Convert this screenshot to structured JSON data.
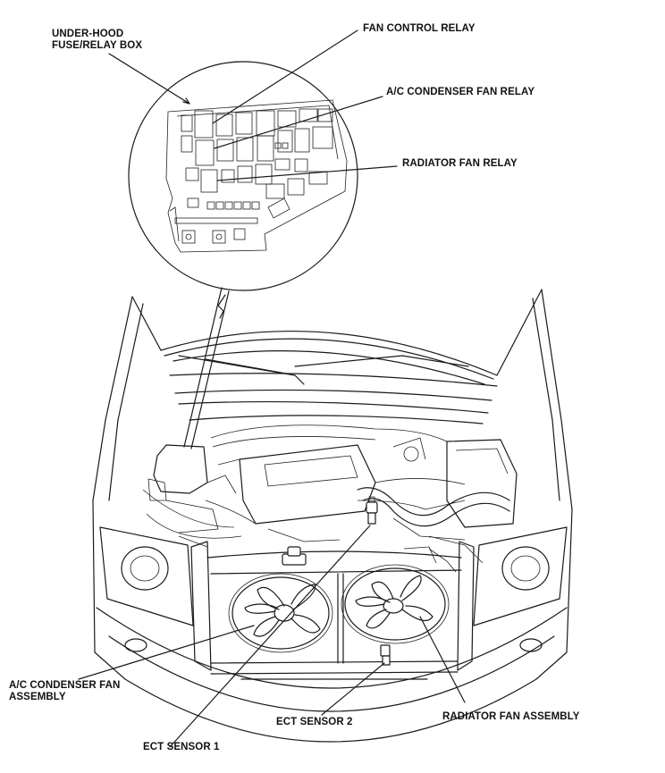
{
  "labels": {
    "fuse_box": "UNDER-HOOD\nFUSE/RELAY BOX",
    "fan_control_relay": "FAN CONTROL RELAY",
    "ac_condenser_fan_relay": "A/C CONDENSER FAN RELAY",
    "radiator_fan_relay": "RADIATOR FAN RELAY",
    "ac_condenser_fan_assembly": "A/C CONDENSER FAN\nASSEMBLY",
    "ect_sensor_2": "ECT SENSOR 2",
    "radiator_fan_assembly": "RADIATOR FAN ASSEMBLY",
    "ect_sensor_1": "ECT SENSOR 1"
  },
  "colors": {
    "line": "#1a1a1a",
    "background": "#ffffff"
  }
}
